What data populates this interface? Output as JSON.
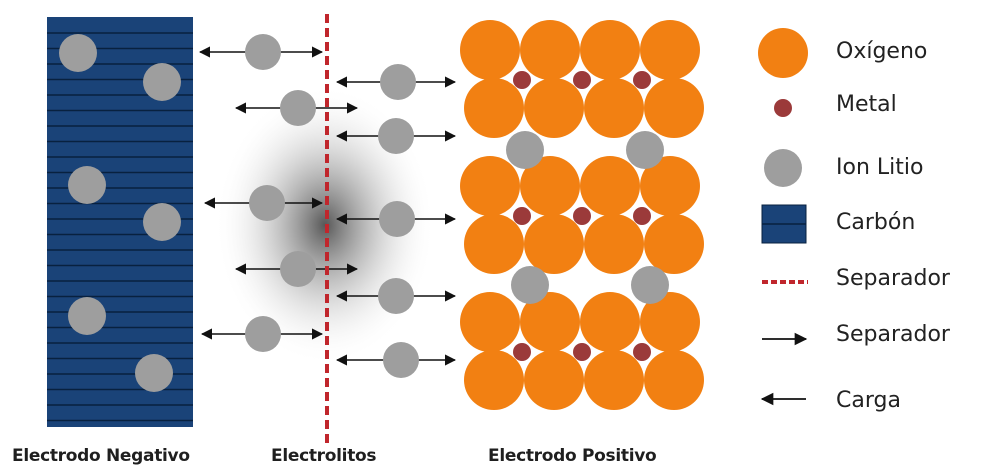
{
  "colors": {
    "carbon": "#1a4378",
    "carbon_line": "#08213f",
    "ion": "#9e9e9e",
    "oxygen": "#f28012",
    "metal": "#9b3a3a",
    "separator": "#c0262c",
    "arrow": "#111111"
  },
  "captions": {
    "negative": "Electrodo Negativo",
    "electrolytes": "Electrolitos",
    "positive": "Electrodo Positivo"
  },
  "legend": [
    {
      "symbol": "oxygen",
      "label": "Oxígeno"
    },
    {
      "symbol": "metal",
      "label": "Metal"
    },
    {
      "symbol": "ion",
      "label": "Ion Litio"
    },
    {
      "symbol": "carbon",
      "label": "Carbón"
    },
    {
      "symbol": "separator",
      "label": "Separador"
    },
    {
      "symbol": "arrow-right",
      "label": "Separador"
    },
    {
      "symbol": "arrow-left",
      "label": "Carga"
    }
  ]
}
